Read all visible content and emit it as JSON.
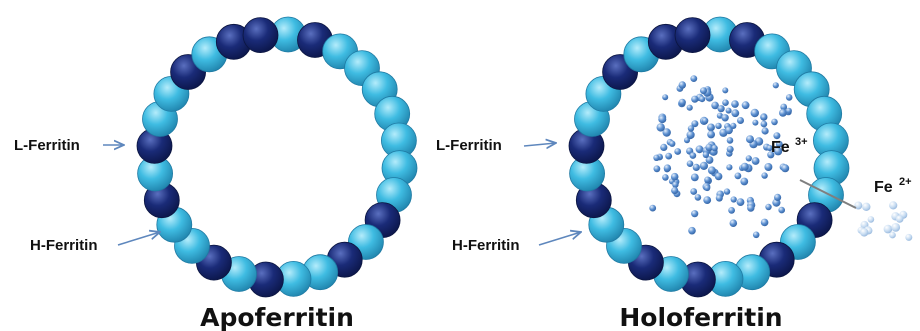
{
  "colors": {
    "l_ferritin": "#3cb7de",
    "h_ferritin": "#16266e",
    "iron": "#4f86c8",
    "iron_ferrous": "#b9d1ea",
    "arrow": "#5e87bd",
    "text": "#111111"
  },
  "apoferritin": {
    "title": "Apoferritin",
    "l_label": "L-Ferritin",
    "h_label": "H-Ferritin"
  },
  "holoferritin": {
    "title": "Holoferritin",
    "l_label": "L-Ferritin",
    "h_label": "H-Ferritin",
    "fe3": {
      "base": "Fe",
      "charge": "3+"
    },
    "fe2": {
      "base": "Fe",
      "charge": "2+"
    }
  }
}
